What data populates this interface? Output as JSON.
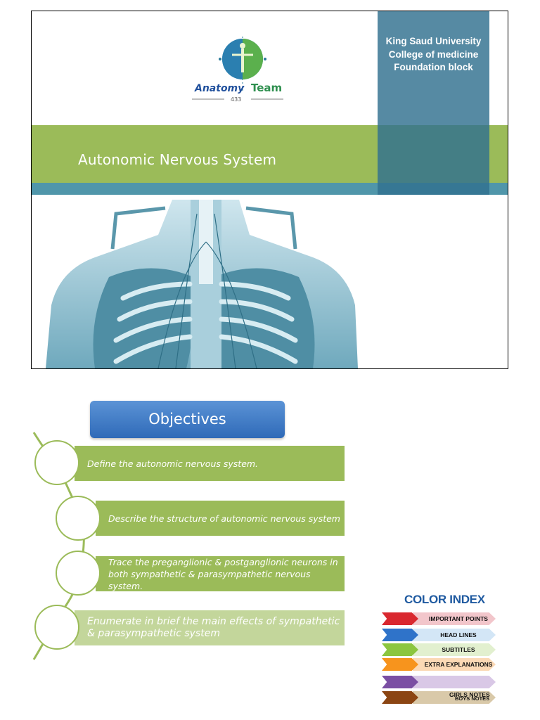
{
  "cover": {
    "logo": {
      "team_left": "Anatomy",
      "team_right": "Team",
      "number": "433",
      "icon": "globe-body-icon"
    },
    "university": [
      "King Saud University",
      "College of medicine",
      "Foundation block"
    ],
    "title": "Autonomic Nervous System",
    "image": "thorax-anatomy-illustration"
  },
  "objectives": {
    "header": "Objectives",
    "items": [
      "Define the autonomic nervous system.",
      "Describe the structure of autonomic nervous system",
      "Trace the preganglionic & postganglionic neurons in both sympathetic & parasympathetic nervous system.",
      "Enumerate in brief the main effects of sympathetic & parasympathetic system"
    ]
  },
  "color_index": {
    "title": "COLOR INDEX",
    "items": [
      {
        "label": "IMPORTANT POINTS",
        "arrow": "#d9282f",
        "bg": "#f2c6cb"
      },
      {
        "label": "HEAD LINES",
        "arrow": "#2f73c9",
        "bg": "#d3e6f6"
      },
      {
        "label": "SUBTITLES",
        "arrow": "#8cc63f",
        "bg": "#e2f0cf"
      },
      {
        "label": "EXTRA EXPLANATIONS",
        "arrow": "#f7941d",
        "bg": "#fbd9b5"
      },
      {
        "label": "",
        "arrow": "#7b4fa3",
        "bg": "#d9c8e6"
      },
      {
        "label": "GIRLS NOTES",
        "label2": "BOYS NOTES",
        "arrow": "#8b4513",
        "bg": "#d9c9a9"
      }
    ]
  },
  "colors": {
    "green": "#9bbb59",
    "teal": "#31708f",
    "blue": "#2f6ab8"
  }
}
